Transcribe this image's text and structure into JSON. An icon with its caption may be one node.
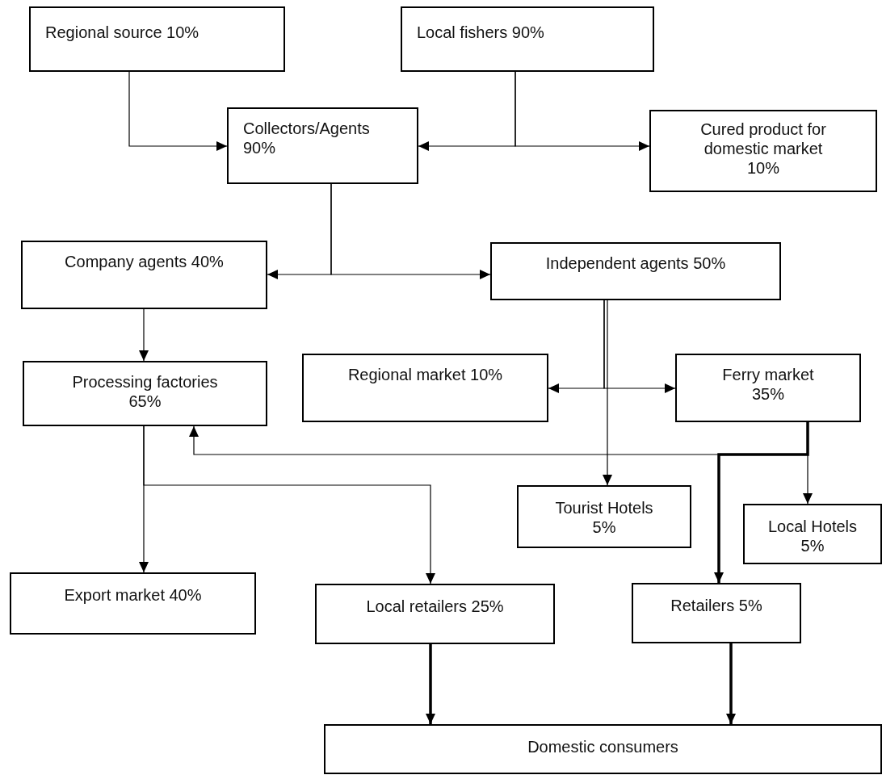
{
  "diagram": {
    "nodes": [
      {
        "text": [
          "Regional source 10%"
        ]
      },
      {
        "text": [
          "Local fishers 90%"
        ]
      },
      {
        "text": [
          "Collectors/Agents 90%"
        ]
      },
      {
        "text": [
          "Cured product for domestic market 10%"
        ]
      },
      {
        "text": [
          "Company agents 40%"
        ]
      },
      {
        "text": [
          "Independent agents 50%"
        ]
      },
      {
        "text": [
          "Processing factories 65%"
        ]
      },
      {
        "text": [
          "Regional market 10%"
        ]
      },
      {
        "text": [
          "Ferry market 35%"
        ]
      },
      {
        "text": [
          "Tourist Hotels 5%"
        ]
      },
      {
        "text": [
          "Local Hotels 5%"
        ]
      },
      {
        "text": [
          "Export market 40%"
        ]
      },
      {
        "text": [
          "Local retailers 25%"
        ]
      },
      {
        "text": [
          "Retailers 5%"
        ]
      },
      {
        "text": [
          "Domestic consumers"
        ]
      }
    ],
    "edges": [
      {
        "from": 0,
        "to": 2,
        "arrow": "to"
      },
      {
        "from": 1,
        "to": 2,
        "arrow": "to"
      },
      {
        "from": 1,
        "to": 3,
        "arrow": "to"
      },
      {
        "from": 2,
        "to": 4,
        "arrow": "to"
      },
      {
        "from": 2,
        "to": 5,
        "arrow": "to"
      },
      {
        "from": 4,
        "to": 6,
        "arrow": "to"
      },
      {
        "from": 5,
        "to": 7,
        "arrow": "to"
      },
      {
        "from": 5,
        "to": 8,
        "arrow": "to"
      },
      {
        "from": 5,
        "to": 9,
        "arrow": "to"
      },
      {
        "from": 8,
        "to": 6,
        "arrow": "to"
      },
      {
        "from": 8,
        "to": 10,
        "arrow": "to"
      },
      {
        "from": 8,
        "to": 13,
        "arrow": "to",
        "style": "thick"
      },
      {
        "from": 6,
        "to": 11,
        "arrow": "to"
      },
      {
        "from": 6,
        "to": 12,
        "arrow": "to"
      },
      {
        "from": 12,
        "to": 14,
        "arrow": "to",
        "style": "thick"
      },
      {
        "from": 13,
        "to": 14,
        "arrow": "to",
        "style": "thick"
      }
    ]
  }
}
